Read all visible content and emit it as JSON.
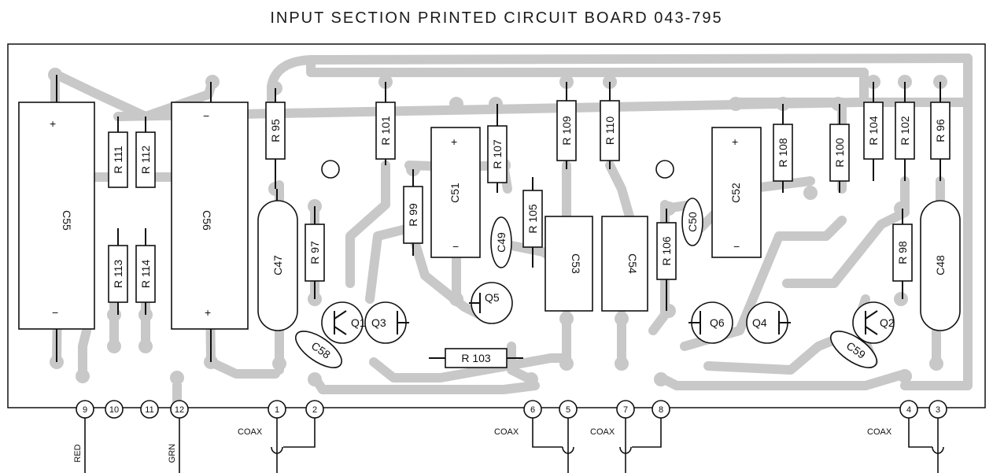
{
  "title": "INPUT SECTION PRINTED CIRCUIT BOARD 043-795",
  "components": {
    "C55": "C55",
    "C56": "C56",
    "C47": "C47",
    "C48": "C48",
    "C51": "C51",
    "C52": "C52",
    "C53": "C53",
    "C54": "C54",
    "C49": "C49",
    "C50": "C50",
    "C58": "C58",
    "C59": "C59",
    "R95": "R 95",
    "R96": "R 96",
    "R97": "R 97",
    "R98": "R 98",
    "R99": "R 99",
    "R100": "R 100",
    "R101": "R 101",
    "R102": "R 102",
    "R103": "R 103",
    "R104": "R 104",
    "R105": "R 105",
    "R106": "R 106",
    "R107": "R 107",
    "R108": "R 108",
    "R109": "R 109",
    "R110": "R 110",
    "R111": "R 111",
    "R112": "R 112",
    "R113": "R 113",
    "R114": "R 114",
    "Q1": "Q1",
    "Q2": "Q2",
    "Q3": "Q3",
    "Q4": "Q4",
    "Q5": "Q5",
    "Q6": "Q6"
  },
  "polarity": {
    "plus": "+",
    "minus": "−"
  },
  "terminals": [
    "9",
    "10",
    "11",
    "12",
    "1",
    "2",
    "6",
    "5",
    "7",
    "8",
    "4",
    "3"
  ],
  "wire_labels": {
    "red": "RED",
    "grn": "GRN",
    "coax": "COAX"
  }
}
